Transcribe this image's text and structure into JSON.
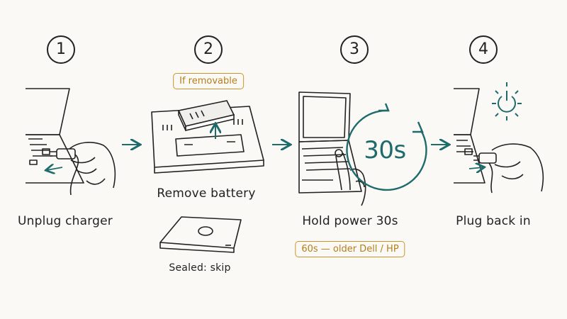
{
  "steps": [
    {
      "number": "1",
      "label": "Unplug charger"
    },
    {
      "number": "2",
      "label": "Remove battery",
      "badge": "If removable",
      "alt_label": "Sealed: skip"
    },
    {
      "number": "3",
      "label": "Hold power 30s",
      "timer": "30s",
      "note": "60s — older Dell / HP"
    },
    {
      "number": "4",
      "label": "Plug back in"
    }
  ],
  "colors": {
    "ink": "#222222",
    "accent_teal": "#1e6b6b",
    "accent_gold": "#c8962a"
  },
  "icons": [
    "laptop-icon",
    "charger-plug-icon",
    "hand-icon",
    "battery-icon",
    "power-icon",
    "timer-icon",
    "arrow-right-icon"
  ]
}
